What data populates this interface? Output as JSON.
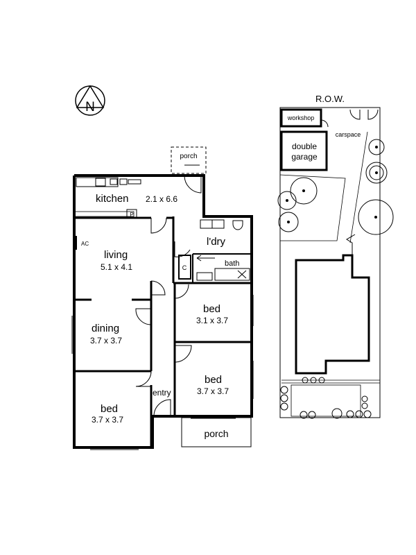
{
  "compass": {
    "letter": "N"
  },
  "site": {
    "row_label": "R.O.W.",
    "workshop": "workshop",
    "carspace": "carspace",
    "garage_line1": "double",
    "garage_line2": "garage"
  },
  "rooms": {
    "rear_porch": "porch",
    "kitchen": {
      "name": "kitchen",
      "size": "2.1 x 6.6",
      "pantry": "P"
    },
    "laundry": "l'dry",
    "bath": "bath",
    "cupboard": "C",
    "ac": "AC",
    "living": {
      "name": "living",
      "size": "5.1 x 4.1"
    },
    "dining": {
      "name": "dining",
      "size": "3.7 x 3.7"
    },
    "bed_1": {
      "name": "bed",
      "size": "3.1 x 3.7"
    },
    "bed_2": {
      "name": "bed",
      "size": "3.7 x 3.7"
    },
    "bed_3": {
      "name": "bed",
      "size": "3.7 x 3.7"
    },
    "entry": "entry",
    "front_porch": "porch"
  }
}
